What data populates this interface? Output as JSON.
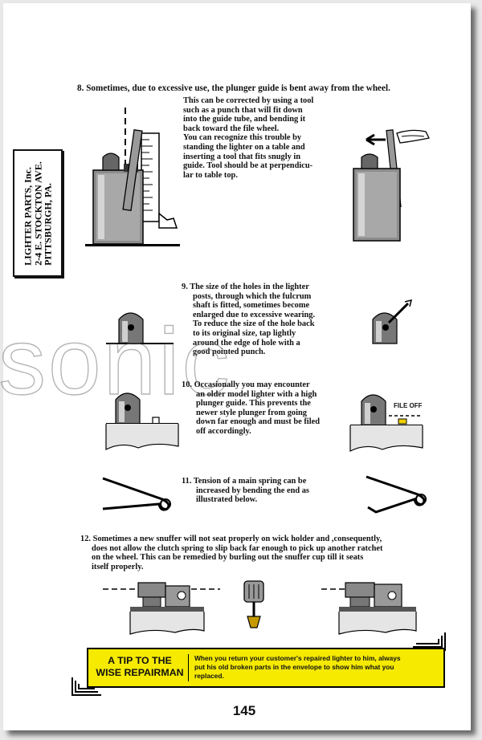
{
  "page_number": "145",
  "stamp": {
    "lines": [
      "LIGHTER PARTS, Inc.",
      "2-4 E. STOCKTON AVE.",
      "PITTSBURGH, PA."
    ]
  },
  "watermark": "sonic",
  "item8": {
    "heading": "8. Sometimes, due to excessive use, the plunger guide is bent away from the wheel.",
    "body_lines": [
      "This can be corrected by using a tool",
      "such as a punch that will fit down",
      "into the guide tube, and bending it",
      "back toward the file wheel.",
      "You can recognize this trouble by",
      "standing the lighter on a table and",
      "inserting a tool that fits snugly in",
      "guide. Tool should be at perpendicu-",
      "lar to table top."
    ]
  },
  "item9": {
    "lines": [
      "9. The size of the holes in the lighter",
      "posts, through which the fulcrum",
      "shaft is fitted, sometimes become",
      "enlarged due to excessive wearing.",
      "To reduce the size of the hole back",
      "to its original size, tap lightly",
      "around the edge of hole with a",
      "good pointed punch."
    ]
  },
  "item10": {
    "lines": [
      "10. Occasionally you may encounter",
      "an older model lighter with a high",
      "plunger guide. This prevents the",
      "newer style plunger from going",
      "down far enough and must be filed",
      "off accordingly."
    ],
    "file_off_label": "FILE OFF"
  },
  "item11": {
    "lines": [
      "11. Tension of a main spring can be",
      "increased by bending the end as",
      "illustrated below."
    ]
  },
  "item12": {
    "lines": [
      "12. Sometimes a new snuffer will not seat properly on wick holder and ,consequently,",
      "does not allow the clutch spring to slip back far enough to pick up another ratchet",
      "on the wheel. This can be remedied by burling out the snuffer cup till it seats",
      "itself properly."
    ]
  },
  "tip": {
    "title_lines": [
      "A TIP TO THE",
      "WISE REPAIRMAN"
    ],
    "body_lines": [
      "When you return your customer's repaired lighter to him, always",
      "put his old broken parts in the envelope to show him what you",
      "replaced."
    ],
    "color": "#f5ea00"
  },
  "icons": [
    "lighter-with-punch-illustration",
    "arrow-left-icon",
    "lighter-post-illustration",
    "spring-illustration",
    "snuffer-illustration",
    "hand-icon"
  ]
}
